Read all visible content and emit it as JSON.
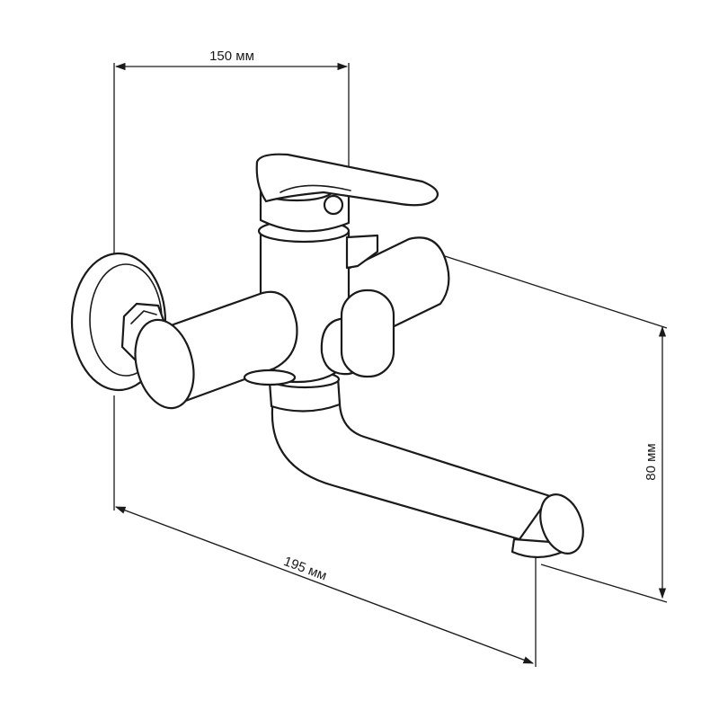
{
  "dimensions": {
    "width_top": "150 мм",
    "length_bottom": "195 мм",
    "height_right": "80 мм"
  },
  "colors": {
    "line": "#1a1a1a",
    "background": "#ffffff"
  }
}
